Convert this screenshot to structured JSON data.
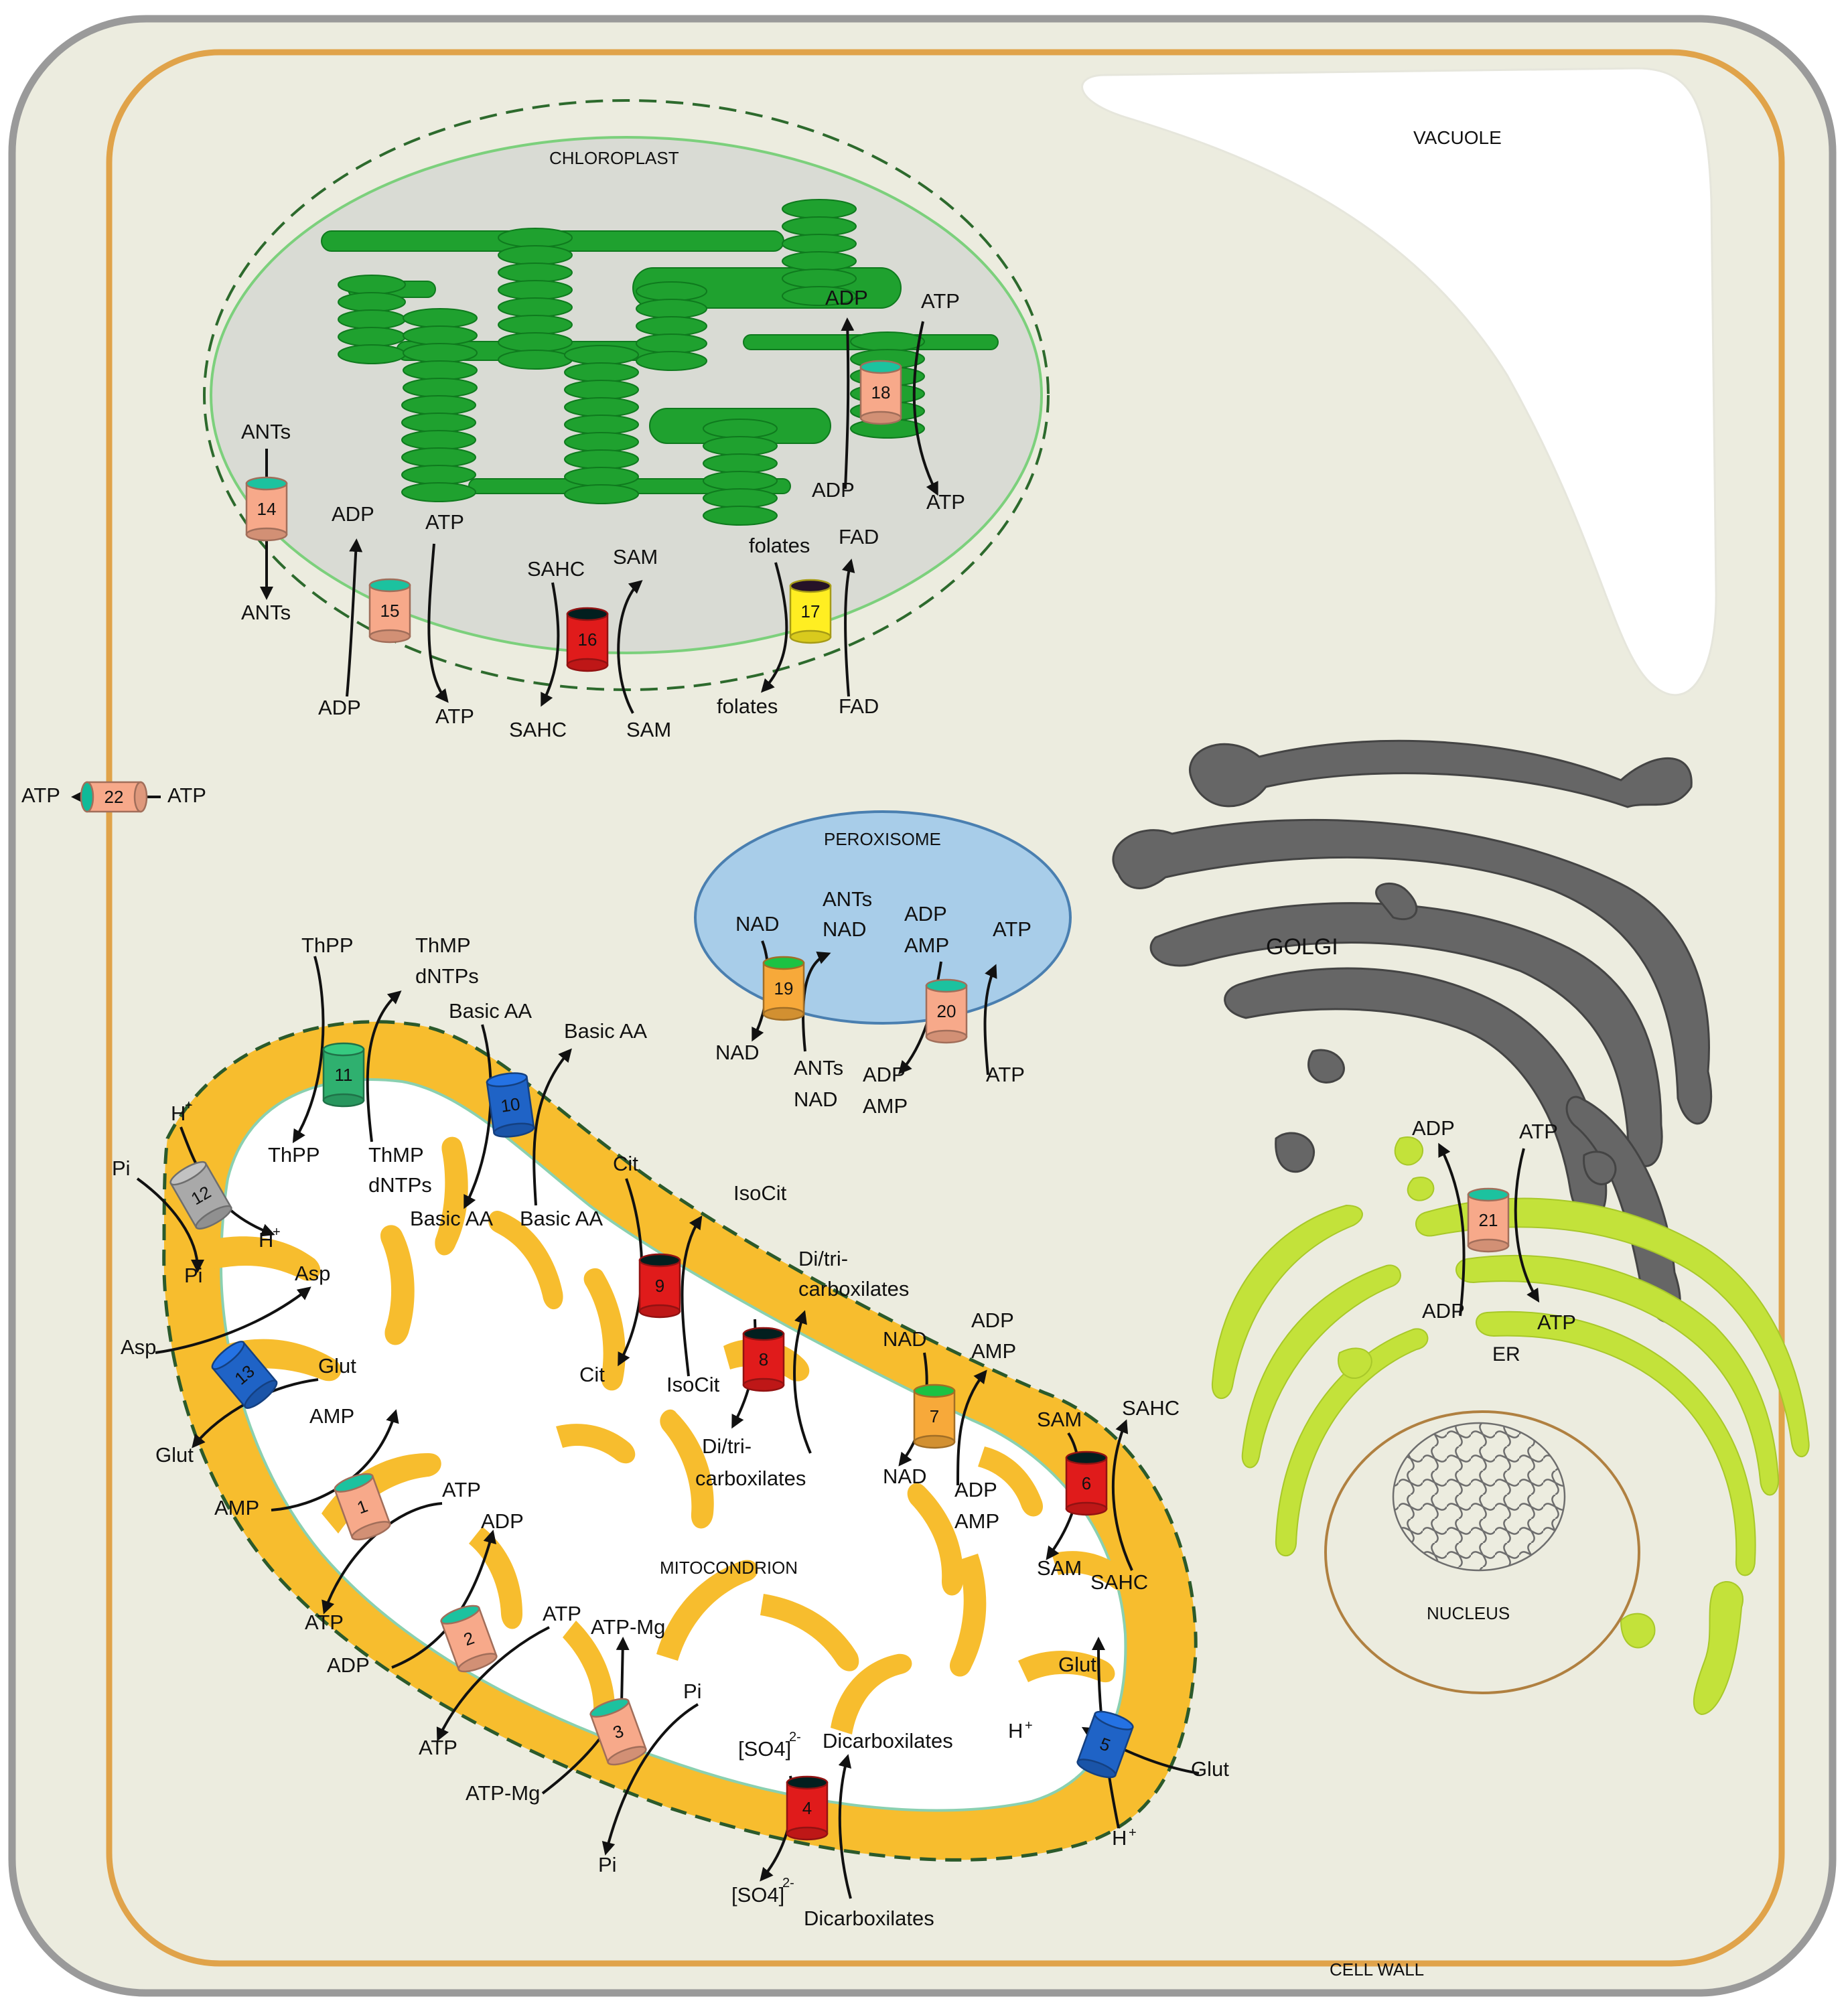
{
  "colors": {
    "cell_fill": "#ececdf",
    "cell_wall": "#9a9a9a",
    "membrane": "#e0a34a",
    "chloroplast": "#d9dbd4",
    "grana": "#1fa12f",
    "mito": "#f7bd2e",
    "peroxisome": "#a8cde9",
    "golgi": "#666666",
    "er": "#c3e23a",
    "salmon": "#f7a98a",
    "red": "#e01b1b",
    "yellow": "#ffee22",
    "orange": "#f7a93a",
    "green": "#2fb06f",
    "blue": "#1f63c6",
    "gray": "#a9a9a9"
  },
  "organelles": {
    "vacuole": "VACUOLE",
    "chloroplast": "CHLOROPLAST",
    "peroxisome": "PEROXISOME",
    "golgi": "GOLGI",
    "er": "ER",
    "nucleus": "NUCLEUS",
    "mitochondrion": "MITOCONDRION",
    "cell_wall": "CELL WALL"
  },
  "transporters": [
    {
      "id": "1",
      "color": "salmon",
      "labels": [
        "AMP",
        "AMP",
        "ATP",
        "ATP"
      ]
    },
    {
      "id": "2",
      "color": "salmon",
      "labels": [
        "ADP",
        "ADP",
        "ATP",
        "ATP"
      ]
    },
    {
      "id": "3",
      "color": "salmon",
      "labels": [
        "ATP-Mg",
        "ATP-Mg",
        "Pi",
        "Pi"
      ]
    },
    {
      "id": "4",
      "color": "red",
      "labels": [
        "[SO4]",
        "2-",
        "Dicarboxilates",
        "[SO4]",
        "2-",
        "Dicarboxilates"
      ]
    },
    {
      "id": "5",
      "color": "blue",
      "labels": [
        "Glut",
        "H",
        "+",
        "Glut",
        "H",
        "+"
      ]
    },
    {
      "id": "6",
      "color": "red",
      "labels": [
        "SAM",
        "SAHC",
        "SAM",
        "SAHC"
      ]
    },
    {
      "id": "7",
      "color": "orange",
      "labels": [
        "NAD",
        "ADP",
        "AMP",
        "NAD",
        "ADP",
        "AMP"
      ]
    },
    {
      "id": "8",
      "color": "red",
      "labels": [
        "Di/tri-",
        "carboxilates",
        "Di/tri-",
        "carboxilates"
      ]
    },
    {
      "id": "9",
      "color": "red",
      "labels": [
        "Cit",
        "IsoCit",
        "Cit",
        "IsoCit"
      ]
    },
    {
      "id": "10",
      "color": "blue",
      "labels": [
        "Basic AA",
        "Basic AA",
        "Basic AA",
        "Basic AA"
      ]
    },
    {
      "id": "11",
      "color": "green",
      "labels": [
        "ThPP",
        "ThMP",
        "dNTPs",
        "ThPP",
        "ThMP",
        "dNTPs"
      ]
    },
    {
      "id": "12",
      "color": "gray",
      "labels": [
        "H",
        "+",
        "Pi",
        "H",
        "+",
        "Pi"
      ]
    },
    {
      "id": "13",
      "color": "blue",
      "labels": [
        "Asp",
        "Asp",
        "Glut",
        "Glut"
      ]
    },
    {
      "id": "14",
      "color": "salmon",
      "labels": [
        "ANTs",
        "ANTs"
      ]
    },
    {
      "id": "15",
      "color": "salmon",
      "labels": [
        "ADP",
        "ATP",
        "ADP",
        "ATP"
      ]
    },
    {
      "id": "16",
      "color": "red",
      "labels": [
        "SAHC",
        "SAM",
        "SAHC",
        "SAM"
      ]
    },
    {
      "id": "17",
      "color": "yellow",
      "labels": [
        "folates",
        "FAD",
        "folates",
        "FAD"
      ]
    },
    {
      "id": "18",
      "color": "salmon",
      "labels": [
        "ADP",
        "ATP",
        "ADP",
        "ATP"
      ]
    },
    {
      "id": "19",
      "color": "orange",
      "labels": [
        "NAD",
        "ANTs",
        "NAD",
        "NAD",
        "ANTs",
        "NAD"
      ]
    },
    {
      "id": "20",
      "color": "salmon",
      "labels": [
        "ADP",
        "AMP",
        "ATP",
        "ADP",
        "AMP",
        "ATP"
      ]
    },
    {
      "id": "21",
      "color": "salmon",
      "labels": [
        "ADP",
        "ATP",
        "ADP",
        "ATP"
      ]
    },
    {
      "id": "22",
      "color": "salmon",
      "labels": [
        "ATP",
        "ATP"
      ]
    }
  ]
}
